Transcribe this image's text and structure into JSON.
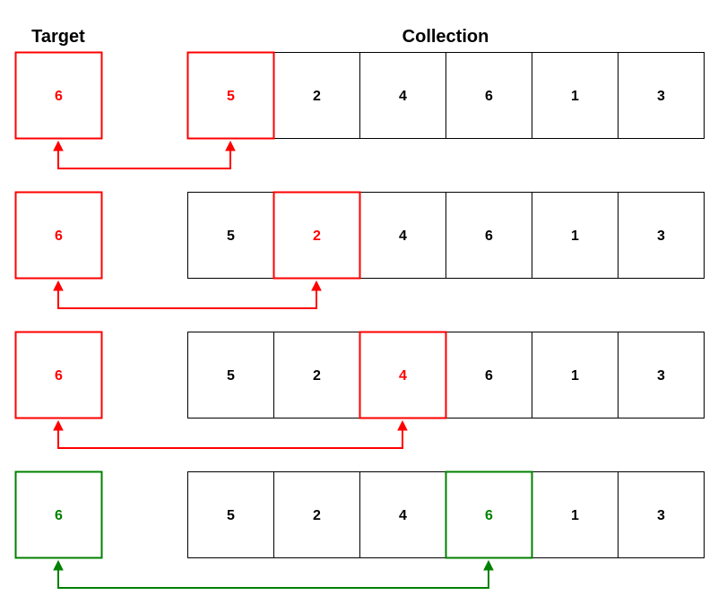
{
  "headers": {
    "target": "Target",
    "collection": "Collection"
  },
  "colors": {
    "normal": "#000000",
    "active": "#ff0000",
    "found": "#008000"
  },
  "rows": [
    {
      "target": "6",
      "collection": [
        "5",
        "2",
        "4",
        "6",
        "1",
        "3"
      ],
      "highlight_index": 0,
      "state": "active"
    },
    {
      "target": "6",
      "collection": [
        "5",
        "2",
        "4",
        "6",
        "1",
        "3"
      ],
      "highlight_index": 1,
      "state": "active"
    },
    {
      "target": "6",
      "collection": [
        "5",
        "2",
        "4",
        "6",
        "1",
        "3"
      ],
      "highlight_index": 2,
      "state": "active"
    },
    {
      "target": "6",
      "collection": [
        "5",
        "2",
        "4",
        "6",
        "1",
        "3"
      ],
      "highlight_index": 3,
      "state": "found"
    }
  ]
}
